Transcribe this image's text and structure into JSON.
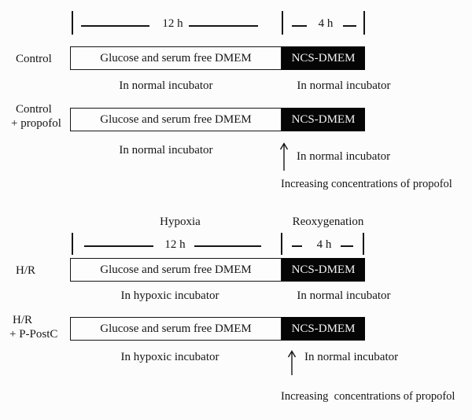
{
  "figure": {
    "colors": {
      "background": "#fcfcfc",
      "ink": "#161616",
      "dark_box_fill": "#050505",
      "dark_box_text": "#f5f5f5"
    },
    "timeline_top": {
      "seg1": "12 h",
      "seg2": "4 h"
    },
    "timeline_bottom": {
      "seg1": "12 h",
      "seg2": "4 h"
    },
    "phases": {
      "left": "Hypoxia",
      "right": "Reoxygenation"
    },
    "groups": [
      {
        "name_line1": "Control",
        "white_box": "Glucose and serum free DMEM",
        "black_box": "NCS-DMEM",
        "left_note": "In normal incubator",
        "right_note": "In normal incubator"
      },
      {
        "name_line1": "Control",
        "name_line2": "+ propofol",
        "white_box": "Glucose and serum free DMEM",
        "black_box": "NCS-DMEM",
        "left_note": "In normal incubator",
        "right_note": "In normal incubator",
        "arrow_caption": "Increasing concentrations of propofol"
      },
      {
        "name_line1": "H/R",
        "white_box": "Glucose and serum free DMEM",
        "black_box": "NCS-DMEM",
        "left_note": "In hypoxic incubator",
        "right_note": "In normal incubator"
      },
      {
        "name_line1": "H/R",
        "name_line2": "+ P-PostC",
        "white_box": "Glucose and serum free DMEM",
        "black_box": "NCS-DMEM",
        "left_note": "In hypoxic incubator",
        "right_note": "In normal incubator",
        "arrow_caption": "Increasing  concentrations of propofol"
      }
    ]
  }
}
